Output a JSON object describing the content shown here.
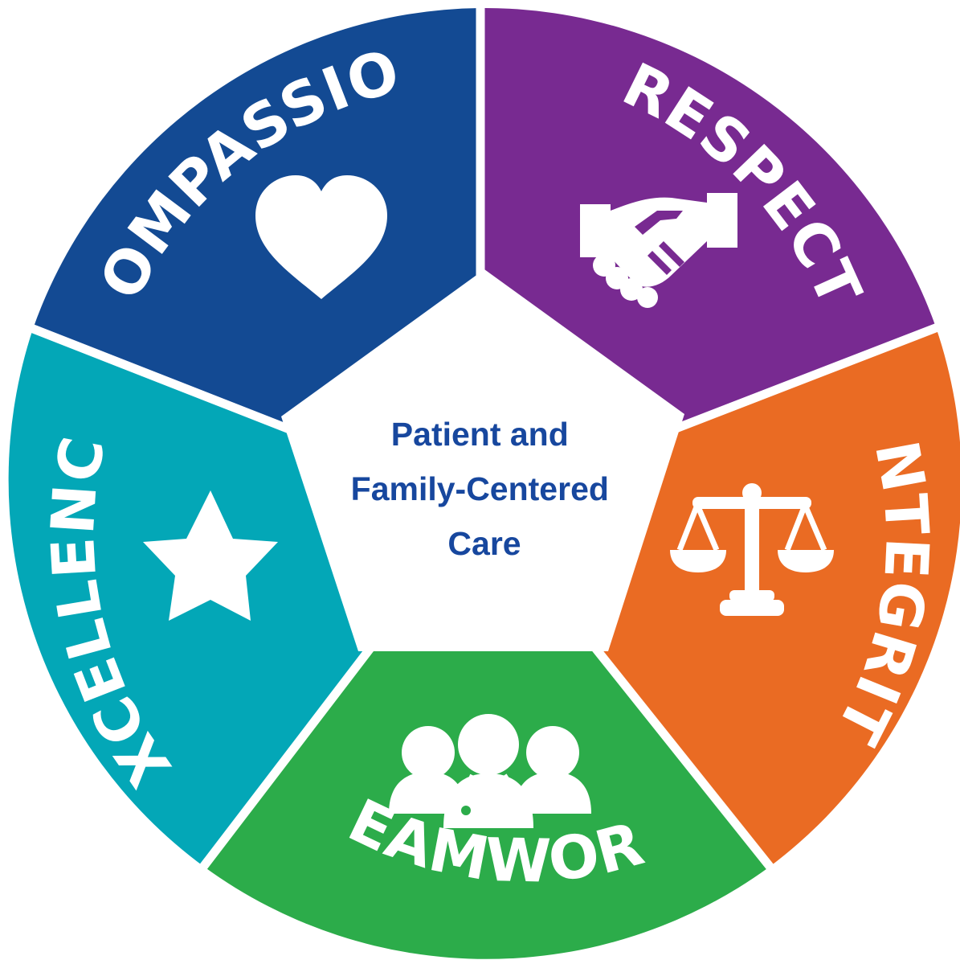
{
  "center": {
    "lines": [
      "Patient and",
      "Family-Centered",
      "Care"
    ]
  },
  "segments": [
    {
      "id": "compassion",
      "label": "COMPASSION",
      "color": "#134a93",
      "icon": "heart-icon"
    },
    {
      "id": "respect",
      "label": "RESPECT",
      "color": "#782a91",
      "icon": "handshake-icon"
    },
    {
      "id": "integrity",
      "label": "INTEGRITY",
      "color": "#ea6b23",
      "icon": "scales-of-justice-icon"
    },
    {
      "id": "teamwork",
      "label": "TEAMWORK",
      "color": "#2cac4a",
      "icon": "care-team-icon"
    },
    {
      "id": "excellence",
      "label": "EXCELLENCE",
      "color": "#03a7b7",
      "icon": "star-icon"
    }
  ]
}
